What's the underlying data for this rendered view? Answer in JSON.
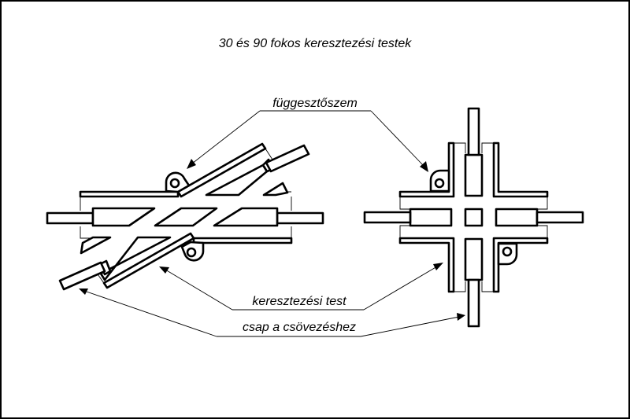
{
  "title": "30 és 90 fokos keresztezési testek",
  "labels": {
    "hanger": "függesztőszem",
    "crossing_body": "keresztezési test",
    "pipe_stub": "csap a csövezéshez"
  },
  "figures": [
    {
      "id": "crossing-30deg",
      "angle_deg": 30
    },
    {
      "id": "crossing-90deg",
      "angle_deg": 90
    }
  ],
  "colors": {
    "line": "#000000",
    "background": "#ffffff"
  }
}
